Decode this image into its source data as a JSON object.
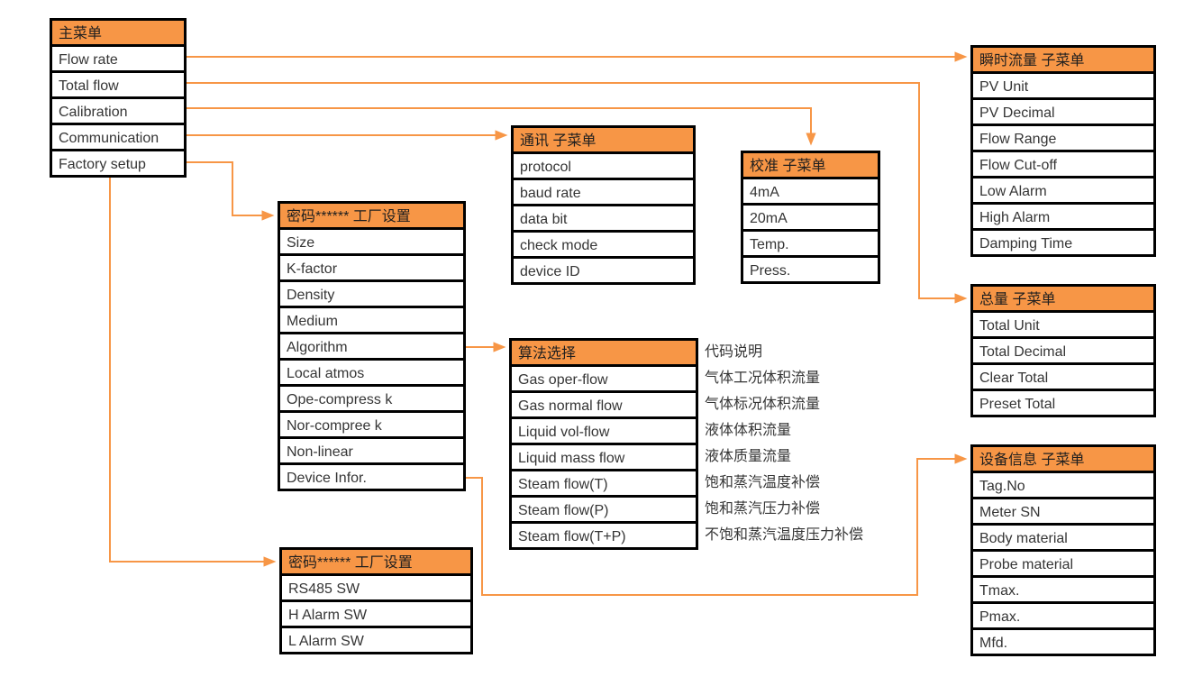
{
  "diagram": {
    "colors": {
      "accent_orange": "#F79646",
      "border_black": "#000000",
      "text_gray": "#353535"
    },
    "boxes": {
      "main_menu": {
        "title": "主菜单",
        "items": [
          "Flow rate",
          "Total flow",
          "Calibration",
          "Communication",
          "Factory setup"
        ]
      },
      "flow_submenu": {
        "title": "瞬时流量 子菜单",
        "items": [
          "PV Unit",
          "PV Decimal",
          "Flow Range",
          "Flow Cut-off",
          "Low Alarm",
          "High Alarm",
          "Damping Time"
        ]
      },
      "total_submenu": {
        "title": "总量 子菜单",
        "items": [
          "Total Unit",
          "Total Decimal",
          "Clear Total",
          "Preset Total"
        ]
      },
      "calibration_submenu": {
        "title": "校准 子菜单",
        "items": [
          "4mA",
          "20mA",
          "Temp.",
          "Press."
        ]
      },
      "communication_submenu": {
        "title": "通讯 子菜单",
        "items": [
          "protocol",
          "baud rate",
          "data bit",
          "check mode",
          "device ID"
        ]
      },
      "factory_setup_submenu": {
        "title": "密码****** 工厂设置",
        "items": [
          "Size",
          "K-factor",
          "Density",
          "Medium",
          "Algorithm",
          "Local atmos",
          "Ope-compress k",
          "Nor-compree k",
          "Non-linear",
          "Device Infor."
        ]
      },
      "algorithm_submenu": {
        "title": "算法选择",
        "items": [
          "Gas oper-flow",
          "Gas normal flow",
          "Liquid vol-flow",
          "Liquid mass flow",
          "Steam flow(T)",
          "Steam flow(P)",
          "Steam flow(T+P)"
        ]
      },
      "factory_switch_submenu": {
        "title": "密码****** 工厂设置",
        "items": [
          "RS485 SW",
          "H Alarm SW",
          "L Alarm SW"
        ]
      },
      "device_info_submenu": {
        "title": "设备信息 子菜单",
        "items": [
          "Tag.No",
          "Meter SN",
          "Body material",
          "Probe material",
          "Tmax.",
          "Pmax.",
          "Mfd."
        ]
      }
    },
    "annotations": {
      "title": "代码说明",
      "lines": [
        "气体工况体积流量",
        "气体标况体积流量",
        "液体体积流量",
        "液体质量流量",
        "饱和蒸汽温度补偿",
        "饱和蒸汽压力补偿",
        "不饱和蒸汽温度压力补偿"
      ]
    },
    "connectors": [
      {
        "from": "Flow rate",
        "to": "瞬时流量 子菜单"
      },
      {
        "from": "Total flow",
        "to": "总量 子菜单"
      },
      {
        "from": "Calibration",
        "to": "校准 子菜单"
      },
      {
        "from": "Communication",
        "to": "通讯 子菜单"
      },
      {
        "from": "Factory setup",
        "to": "密码****** 工厂设置 (factory setup)"
      },
      {
        "from": "主菜单",
        "to": "密码****** 工厂设置 (switches)"
      },
      {
        "from": "Algorithm",
        "to": "算法选择"
      },
      {
        "from": "Device Infor.",
        "to": "设备信息 子菜单"
      }
    ]
  }
}
